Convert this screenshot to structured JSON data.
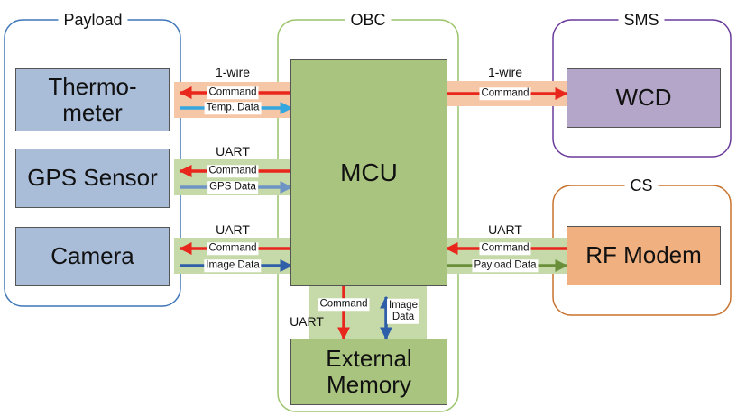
{
  "groups": {
    "payload": "Payload",
    "obc": "OBC",
    "sms": "SMS",
    "cs": "CS"
  },
  "blocks": {
    "thermometer": [
      "Thermo-",
      "meter"
    ],
    "gps": "GPS Sensor",
    "camera": "Camera",
    "mcu": "MCU",
    "wcd": "WCD",
    "rf_modem": "RF Modem",
    "memory": [
      "External",
      "Memory"
    ]
  },
  "links": {
    "thermometer": {
      "bus": "1-wire",
      "command": "Command",
      "data": "Temp. Data"
    },
    "gps": {
      "bus": "UART",
      "command": "Command",
      "data": "GPS Data"
    },
    "camera": {
      "bus": "UART",
      "command": "Command",
      "data": "Image Data"
    },
    "wcd": {
      "bus": "1-wire",
      "command": "Command"
    },
    "rf_modem": {
      "bus": "UART",
      "command": "Command",
      "data": "Payload Data"
    },
    "memory": {
      "bus": "UART",
      "command": "Command",
      "data": [
        "Image",
        "Data"
      ]
    }
  },
  "colors": {
    "payload_border": "#3f76b8",
    "obc_border": "#9cc46a",
    "sms_border": "#6a3a9a",
    "cs_border": "#c8732e",
    "band_orange": "#f5c7a6",
    "band_green": "#c6d9a9",
    "arrow_red": "#e8261c",
    "arrow_light_blue": "#35a6e0",
    "arrow_slate": "#6e94c4",
    "arrow_blue": "#2f5fa8",
    "arrow_green": "#6a8f3a"
  }
}
